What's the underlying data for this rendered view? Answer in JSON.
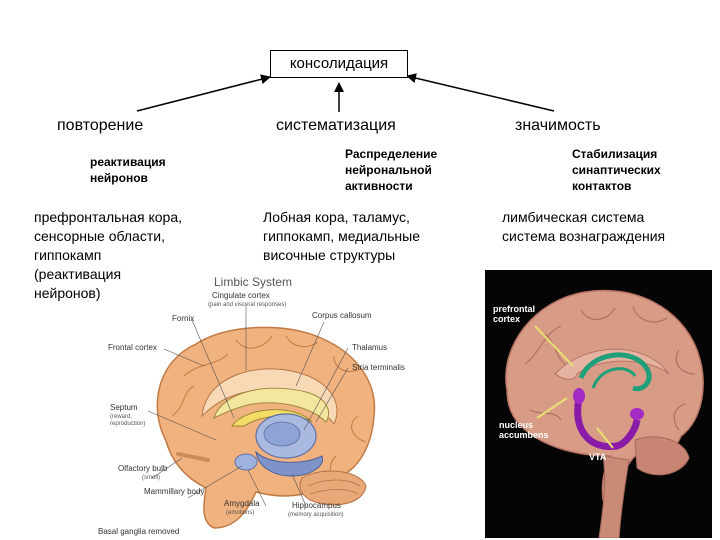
{
  "top_box": "консолидация",
  "columns": [
    {
      "heading": "повторение",
      "mechanism": "реактивация\nнейронов",
      "structures": "префронтальная кора,\nсенсорные области,\nгиппокамп\n(реактивация\nнейронов)"
    },
    {
      "heading": "систематизация",
      "mechanism": "Распределение\nнейрональной\nактивности",
      "structures": "Лобная кора, таламус,\nгиппокамп, медиальные\nвисочные структуры"
    },
    {
      "heading": "значимость",
      "mechanism": "Стабилизация\nсинаптических\nконтактов",
      "structures": "лимбическая система\nсистема вознаграждения"
    }
  ],
  "limbic_figure": {
    "title": "Limbic System",
    "labels": {
      "cingulate": "Cingulate cortex",
      "cingulate_sub": "(pain and visceral responses)",
      "corpus": "Corpus callosum",
      "fornix": "Fornix",
      "frontal": "Frontal cortex",
      "thalamus": "Thalamus",
      "stria": "Stria terminalis",
      "septum": "Septum",
      "septum_sub1": "(reward,",
      "septum_sub2": "reproduction)",
      "olfactory": "Olfactory bulb",
      "olfactory_sub": "(smell)",
      "mammillary": "Mammillary body",
      "amygdala": "Amygdala",
      "amygdala_sub": "(emotions)",
      "hippocampus": "Hippocampus",
      "hippocampus_sub": "(memory acquisition)",
      "basal": "Basal ganglia removed"
    }
  },
  "reward_figure": {
    "prefrontal_1": "prefrontal",
    "prefrontal_2": "cortex",
    "nucleus_1": "nucleus",
    "nucleus_2": "accumbens",
    "vta": "VTA"
  }
}
